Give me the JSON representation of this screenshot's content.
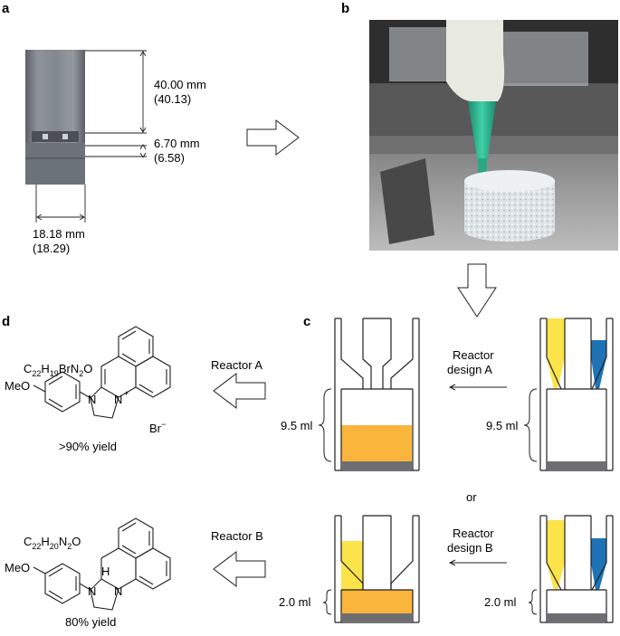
{
  "panels": {
    "a": {
      "label": "a",
      "dim_height": "40.00 mm",
      "dim_height_measured": "(40.13)",
      "dim_gap": "6.70 mm",
      "dim_gap_measured": "(6.58)",
      "dim_width": "18.18 mm",
      "dim_width_measured": "(18.29)"
    },
    "b": {
      "label": "b"
    },
    "c": {
      "label": "c",
      "reactor_a_design_line1": "Reactor",
      "reactor_a_design_line2": "design A",
      "reactor_b_design_line1": "Reactor",
      "reactor_b_design_line2": "design B",
      "or": "or",
      "volume_a_left": "9.5 ml",
      "volume_a_right": "9.5 ml",
      "volume_b_left": "2.0 ml",
      "volume_b_right": "2.0 ml"
    },
    "d": {
      "label": "d",
      "reactor_a": "Reactor A",
      "reactor_b": "Reactor B",
      "formula_a": {
        "c": "C",
        "c_n": "22",
        "h": "H",
        "h_n": "19",
        "rest": "BrN",
        "n_n": "2",
        "o": "O"
      },
      "formula_b": {
        "c": "C",
        "c_n": "22",
        "h": "H",
        "h_n": "20",
        "rest": "N",
        "n_n": "2",
        "o": "O"
      },
      "meo": "MeO",
      "n": "N",
      "n_plus": "+",
      "br_minus": "Br",
      "minus": "−",
      "h_atom": "H",
      "yield_a": ">90% yield",
      "yield_b": "80% yield"
    }
  },
  "colors": {
    "yellow": "#fbe34a",
    "orange": "#f9b53c",
    "blue": "#1e73b7",
    "base": "#6d6e71",
    "line": "#231f20"
  }
}
